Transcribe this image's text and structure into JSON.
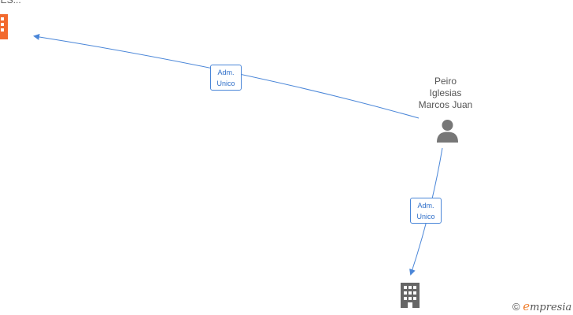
{
  "nodes": {
    "top_company": {
      "label": "CES...",
      "type": "company",
      "icon": "building-icon",
      "color": "#f26a2e"
    },
    "person": {
      "label_lines": [
        "Peiro",
        "Iglesias",
        "Marcos Juan"
      ],
      "type": "person",
      "icon": "person-icon",
      "color": "#777777"
    },
    "bottom_company": {
      "type": "company",
      "icon": "building-icon",
      "color": "#666666"
    }
  },
  "edges": [
    {
      "from": "person",
      "to": "top_company",
      "label_lines": [
        "Adm.",
        "Unico"
      ]
    },
    {
      "from": "person",
      "to": "bottom_company",
      "label_lines": [
        "Adm.",
        "Unico"
      ]
    }
  ],
  "colors": {
    "edge": "#4a86d8",
    "edge_label_text": "#2f6fc9"
  },
  "watermark": {
    "copyright": "©",
    "brand_first": "e",
    "brand_rest": "mpresia"
  }
}
